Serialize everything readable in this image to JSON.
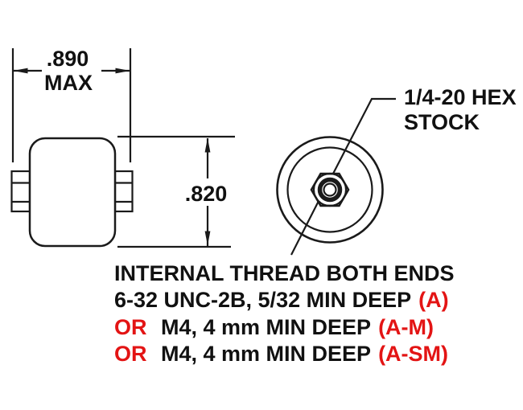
{
  "colors": {
    "background": "#ffffff",
    "line": "#1a1a1a",
    "text": "#111111",
    "red": "#e31414"
  },
  "dimensions": {
    "width": {
      "value": ".890",
      "qualifier": "MAX"
    },
    "height": {
      "value": ".820"
    }
  },
  "callout": {
    "line1": "1/4-20 HEX",
    "line2": "STOCK"
  },
  "notes": {
    "line1": "INTERNAL THREAD BOTH ENDS",
    "line2_spec": "6-32 UNC-2B, 5/32 MIN DEEP",
    "line2_code": "(A)",
    "line3_or": "OR",
    "line3_spec": "M4, 4 mm MIN DEEP",
    "line3_code": "(A-M)",
    "line4_or": "OR",
    "line4_spec": "M4, 4 mm MIN DEEP",
    "line4_code": "(A-SM)"
  }
}
